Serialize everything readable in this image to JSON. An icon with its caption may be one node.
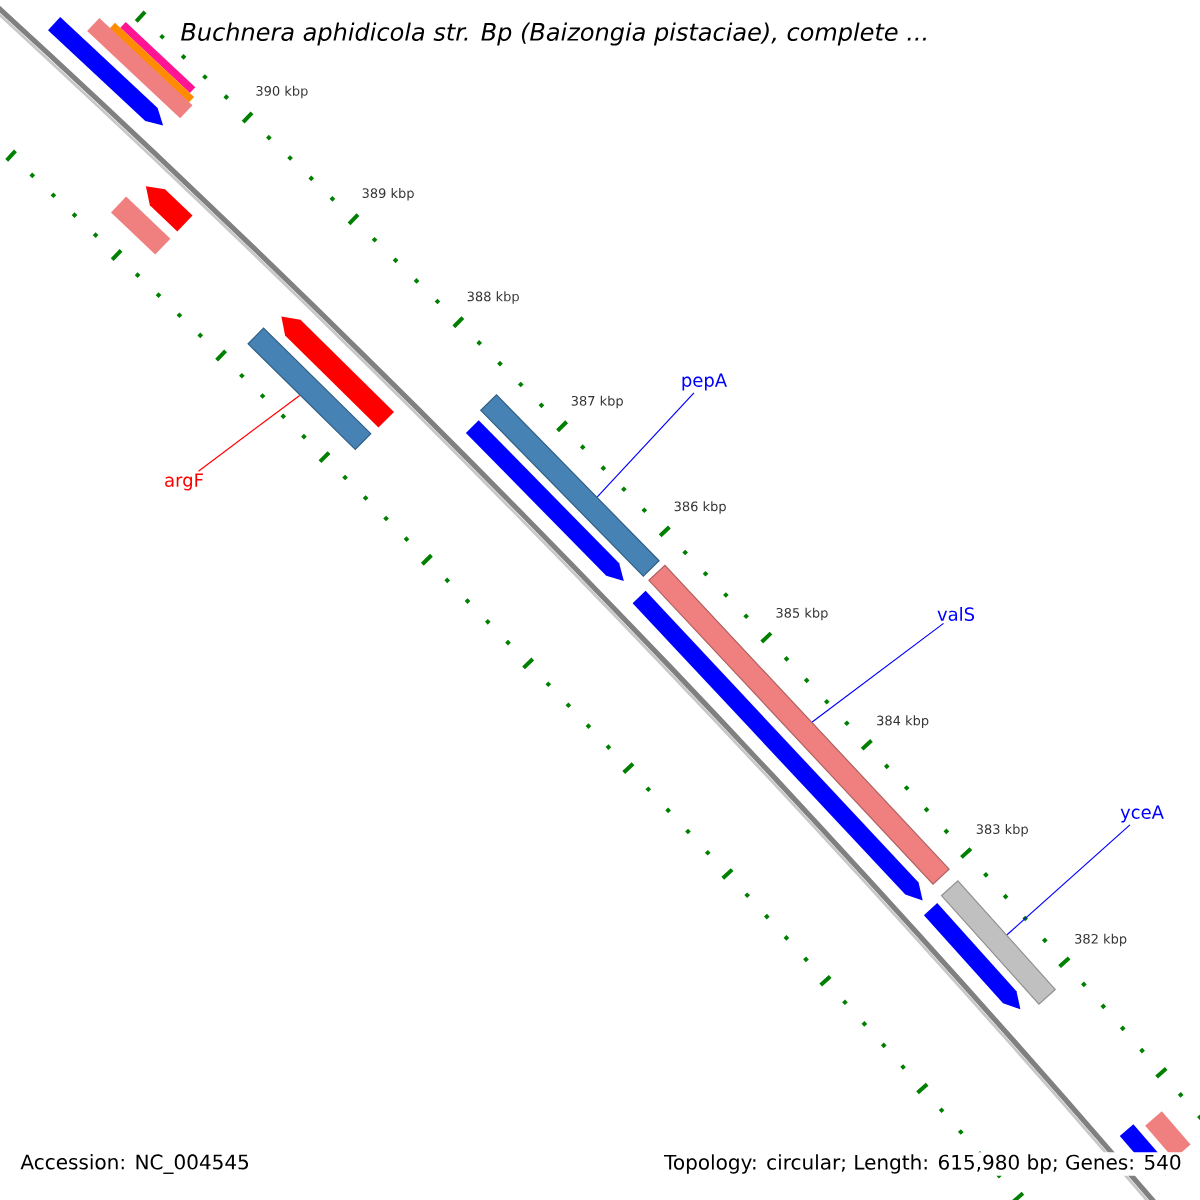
{
  "diagram": {
    "title": "Buchnera aphidicola str. Bp (Baizongia pistaciae), complete ...",
    "nodes": [
      {
        "text": [
          "argF"
        ]
      },
      {
        "text": [],
        "shape": "bar"
      },
      {
        "text": [
          "pepA"
        ]
      },
      {
        "text": [],
        "shape": "bar"
      },
      {
        "text": [
          "valS"
        ]
      },
      {
        "text": [],
        "shape": "bar"
      },
      {
        "text": [
          "yceA"
        ]
      },
      {
        "text": [],
        "shape": "bar"
      },
      {
        "text": [],
        "shape": "bar"
      },
      {
        "text": [],
        "shape": "bar"
      },
      {
        "text": [],
        "shape": "bar"
      },
      {
        "text": [],
        "shape": "arrow"
      },
      {
        "text": [],
        "shape": "bar"
      },
      {
        "text": [],
        "shape": "arrow"
      },
      {
        "text": [],
        "shape": "arrow"
      },
      {
        "text": [],
        "shape": "arrow"
      },
      {
        "text": [],
        "shape": "arrow"
      },
      {
        "text": [],
        "shape": "arrow"
      },
      {
        "text": [],
        "shape": "bar"
      },
      {
        "text": [],
        "shape": "arrow"
      }
    ],
    "edges": [
      {
        "from": 0,
        "to": 1,
        "arrow": "none",
        "color": "#ff0000"
      },
      {
        "from": 2,
        "to": 3,
        "arrow": "none"
      },
      {
        "from": 4,
        "to": 5,
        "arrow": "none"
      },
      {
        "from": 6,
        "to": 7,
        "arrow": "none"
      }
    ],
    "labels": [
      "390 kbp",
      "389 kbp",
      "388 kbp",
      "387 kbp",
      "386 kbp",
      "385 kbp",
      "384 kbp",
      "383 kbp",
      "382 kbp",
      "Accession: NC_004545",
      "Topology: circular; Length: 615,980 bp; Genes: 540"
    ]
  }
}
